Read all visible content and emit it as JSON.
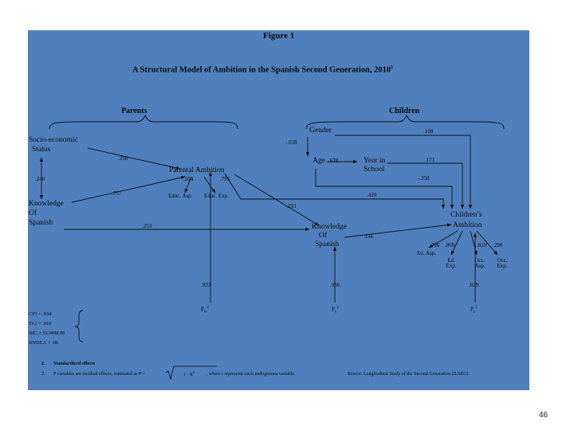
{
  "figure": {
    "label": "Figure 1",
    "title": "A Structural Model of Ambition in the Spanish Second Generation, 2010",
    "title_sup": "1"
  },
  "groups": {
    "parents": "Parents",
    "children": "Children"
  },
  "nodes": {
    "ses_1": "Socio-economic",
    "ses_2": "Status",
    "parental_ambition": "Parental Ambition",
    "educ_asp": "Educ. Asp.",
    "educ_exp": "Educ. Exp.",
    "knowledge_1": "Knowledge",
    "knowledge_2": "Of",
    "knowledge_3": "Spanish",
    "gender": "Gender",
    "age": "Age",
    "year_1": "Year   in",
    "year_2": "School",
    "child_knowledge_1": "Knowledge",
    "child_knowledge_2": "Of",
    "child_knowledge_3": "Spanish",
    "ambition_1": "Children’s",
    "ambition_2": "Ambition",
    "ed_asp": "Ed. Asp.",
    "ed_exp_1": "Ed.",
    "ed_exp_2": "Exp.",
    "occ_asp_1": "Occ.",
    "occ_asp_2": "Asp.",
    "occ_exp_1": "Occ.",
    "occ_exp_2": "Exp."
  },
  "coefficients": {
    "ses_parental": ".298",
    "ses_knowledge": ".240",
    "knowledge_parental": ".757",
    "parental_educ_asp": ".564",
    "parental_educ_exp": ".795",
    "parental_child_knowledge": ".193",
    "knowledge_child_knowledge": ".253",
    "gender_age": "-.038",
    "gender_ambition": ".108",
    "age_year": ".678",
    "year_ambition": ".171",
    "age_ambition": "-.350",
    "parental_ambition": ".420",
    "child_knowledge_ambition": ".146",
    "ambition_ed_asp": ".796",
    "ambition_ed_exp": ".868",
    "ambition_occ_asp": ".829",
    "ambition_occ_exp": ".290",
    "resid_w": ".933",
    "resid_y": ".936",
    "resid_z": ".829"
  },
  "residuals": {
    "w": "P",
    "w_sub": "w",
    "y": "P",
    "y_sub": "y",
    "z": "P",
    "z_sub": "z",
    "sup": "2"
  },
  "fit": {
    "cfi": "CFI = .934",
    "tli": "TLI = .910",
    "bic": "BIC = 513498.06",
    "rmsea": "RMSEA = .06"
  },
  "notes": {
    "n1_num": "1.",
    "n1_text": "Standardized effects",
    "n2_num": "2.",
    "n2_text": "P variables are residual effects, estimated as P =",
    "n2_formula": "1 - R",
    "n2_formula_sup": "2",
    "n2_tail": ", where i represents each endogenous variable.",
    "source": "Source: Longitudinal Study of the Second Generation (ILSEG)"
  },
  "page_number": "46",
  "colors": {
    "panel": "#4f80bd",
    "ink": "#0b0b0b"
  }
}
